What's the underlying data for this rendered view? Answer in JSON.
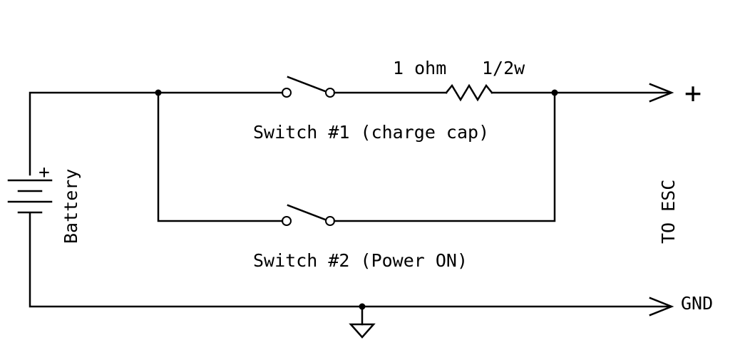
{
  "labels": {
    "resistor_value": "1 ohm",
    "resistor_power": "1/2w",
    "switch1": "Switch #1 (charge cap)",
    "switch2": "Switch #2 (Power ON)",
    "battery": "Battery",
    "battery_plus": "+",
    "output_plus": "+",
    "output_gnd": "GND",
    "destination": "TO ESC"
  },
  "colors": {
    "line": "#000000",
    "background": "#ffffff"
  }
}
